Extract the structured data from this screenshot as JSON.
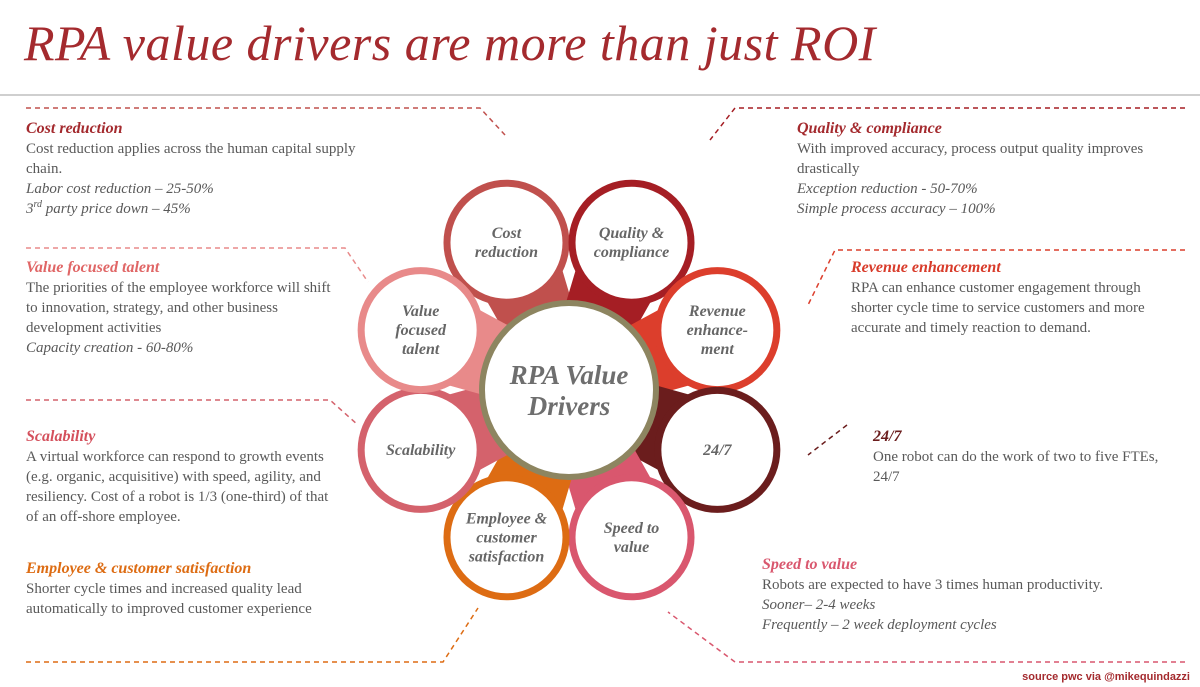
{
  "title": "RPA value drivers are more than just ROI",
  "source": "source pwc via @mikequindazzi",
  "center": {
    "lines": [
      "RPA Value",
      "Drivers"
    ]
  },
  "nodes": [
    {
      "key": "cost",
      "lines": [
        "Cost",
        "reduction"
      ],
      "color": "#c0504d"
    },
    {
      "key": "quality",
      "lines": [
        "Quality &",
        "compliance"
      ],
      "color": "#a51e24"
    },
    {
      "key": "revenue",
      "lines": [
        "Revenue",
        "enhance-",
        "ment"
      ],
      "color": "#dc3e2c"
    },
    {
      "key": "247",
      "lines": [
        "24/7"
      ],
      "color": "#6b1d1d"
    },
    {
      "key": "speed",
      "lines": [
        "Speed to",
        "value"
      ],
      "color": "#d9576e"
    },
    {
      "key": "employee",
      "lines": [
        "Employee &",
        "customer",
        "satisfaction"
      ],
      "color": "#dd6c13"
    },
    {
      "key": "scalability",
      "lines": [
        "Scalability"
      ],
      "color": "#d4626c"
    },
    {
      "key": "talent",
      "lines": [
        "Value",
        "focused",
        "talent"
      ],
      "color": "#e88a8a"
    }
  ],
  "blocks": {
    "cost": {
      "heading": "Cost reduction",
      "heading_color": "#a42a2e",
      "desc": "Cost reduction applies across the human capital supply chain.",
      "metric1": "Labor cost reduction – 25-50%",
      "metric2_pre": "3",
      "metric2_sup": "rd",
      "metric2_post": " party price down – 45%"
    },
    "quality": {
      "heading": "Quality & compliance",
      "heading_color": "#a42a2e",
      "desc": "With improved accuracy, process output quality improves drastically",
      "metric1": "Exception reduction - 50-70%",
      "metric2": "Simple process accuracy – 100%"
    },
    "talent": {
      "heading": "Value focused talent",
      "heading_color": "#e06666",
      "desc": "The priorities of the employee workforce will shift to innovation, strategy, and other business development activities",
      "metric1": "Capacity creation - 60-80%"
    },
    "revenue": {
      "heading": "Revenue enhancement",
      "heading_color": "#d83b2a",
      "desc": "RPA can enhance customer engagement through shorter cycle time to service customers and more accurate and timely reaction to demand."
    },
    "scalability": {
      "heading": "Scalability",
      "heading_color": "#d4505c",
      "desc": "A virtual workforce can respond to growth events (e.g. organic, acquisitive) with speed, agility, and resiliency. Cost of a robot is 1/3 (one-third) of that of an off-shore employee."
    },
    "r247": {
      "heading": "24/7",
      "heading_color": "#6b1d1d",
      "desc": "One robot can do the work of two to five FTEs, 24/7"
    },
    "employee": {
      "heading": "Employee & customer satisfaction",
      "heading_color": "#dd6c13",
      "desc": "Shorter cycle times and increased quality lead automatically to improved customer experience"
    },
    "speed": {
      "heading": "Speed to value",
      "heading_color": "#d9576e",
      "desc": "Robots are expected to have 3 times human productivity.",
      "metric1": "Sooner– 2-4 weeks",
      "metric2": "Frequently – 2 week deployment cycles"
    }
  }
}
